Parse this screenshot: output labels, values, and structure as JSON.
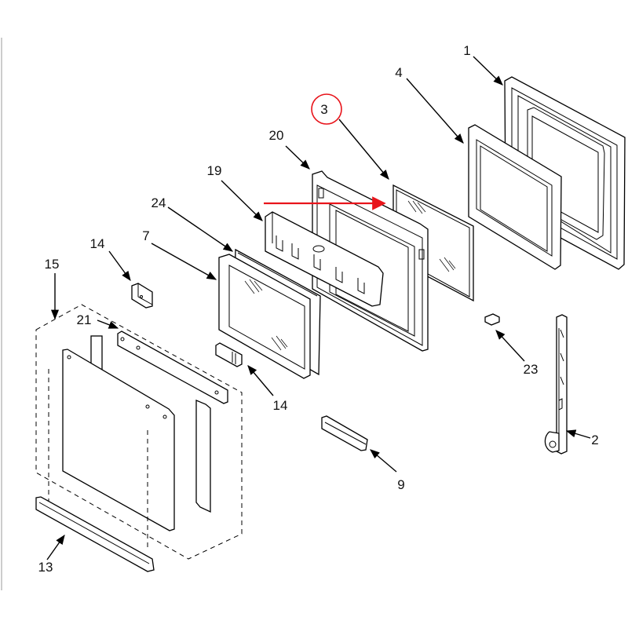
{
  "labels": {
    "p1": "1",
    "p2": "2",
    "p3": "3",
    "p4": "4",
    "p7": "7",
    "p9": "9",
    "p13": "13",
    "p14a": "14",
    "p14b": "14",
    "p15": "15",
    "p19": "19",
    "p20": "20",
    "p21": "21",
    "p23": "23",
    "p24": "24"
  },
  "highlight": {
    "part": "3",
    "circle_color": "#e8141b",
    "arrow_color": "#e8141b"
  }
}
